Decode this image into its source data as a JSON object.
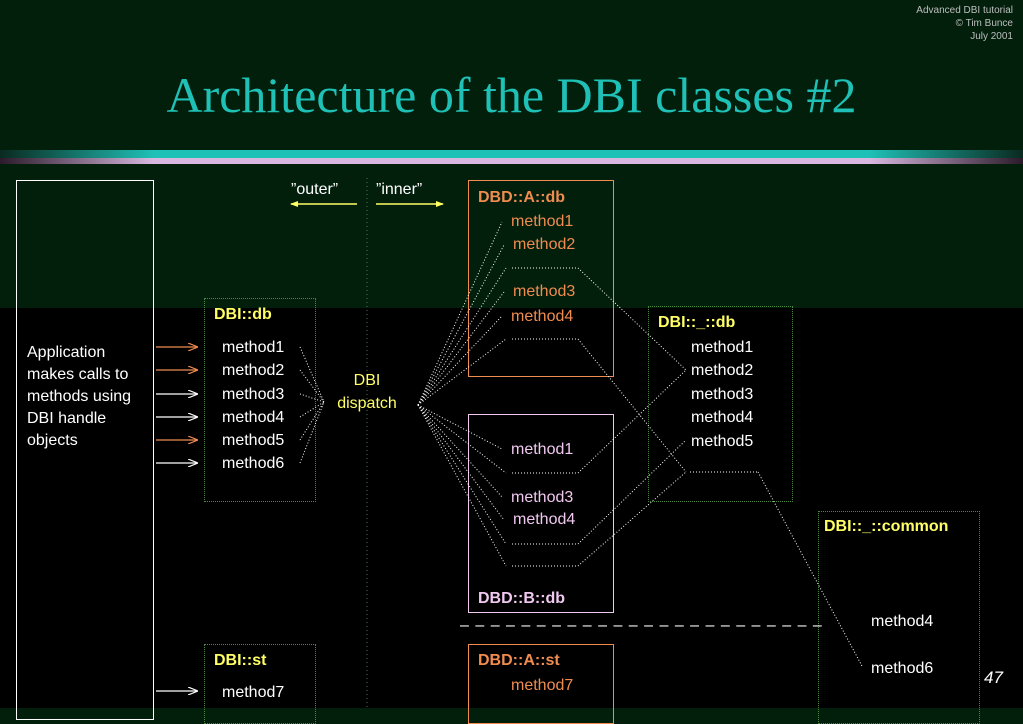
{
  "corner": {
    "line1": "Advanced DBI tutorial",
    "line2": "© Tim Bunce",
    "line3": "July 2001"
  },
  "title": "Architecture of the DBI classes #2",
  "outer_label": "”outer”",
  "inner_label": "”inner”",
  "app_text": "Application makes calls to methods using DBI handle objects",
  "dbi_db": {
    "title": "DBI::db",
    "methods": [
      "method1",
      "method2",
      "method3",
      "method4",
      "method5",
      "method6"
    ]
  },
  "dbi_st": {
    "title": "DBI::st",
    "methods": [
      "method7"
    ]
  },
  "dispatch": {
    "line1": "DBI",
    "line2": "dispatch"
  },
  "dbd_a_db": {
    "title": "DBD::A::db",
    "methods": [
      "method1",
      "method2",
      "method3",
      "method4"
    ]
  },
  "dbd_b_db": {
    "title": "DBD::B::db",
    "methods": [
      "method1",
      "method3",
      "method4"
    ]
  },
  "dbd_a_st": {
    "title": "DBD::A::st",
    "methods": [
      "method7"
    ]
  },
  "dbi_base_db": {
    "title": "DBI::_::db",
    "methods": [
      "method1",
      "method2",
      "method3",
      "method4",
      "method5"
    ]
  },
  "dbi_common": {
    "title": "DBI::_::common",
    "methods": [
      "method4",
      "method6"
    ]
  },
  "dashes": "– – – – – – – – – – – – – – – – – – – – – – – –",
  "page_number": "47",
  "colors": {
    "title": "#1fc0b6",
    "orange": "#f08c50",
    "yellow": "#ffff66",
    "pink": "#f0c8f0",
    "background": "#021f0c"
  }
}
